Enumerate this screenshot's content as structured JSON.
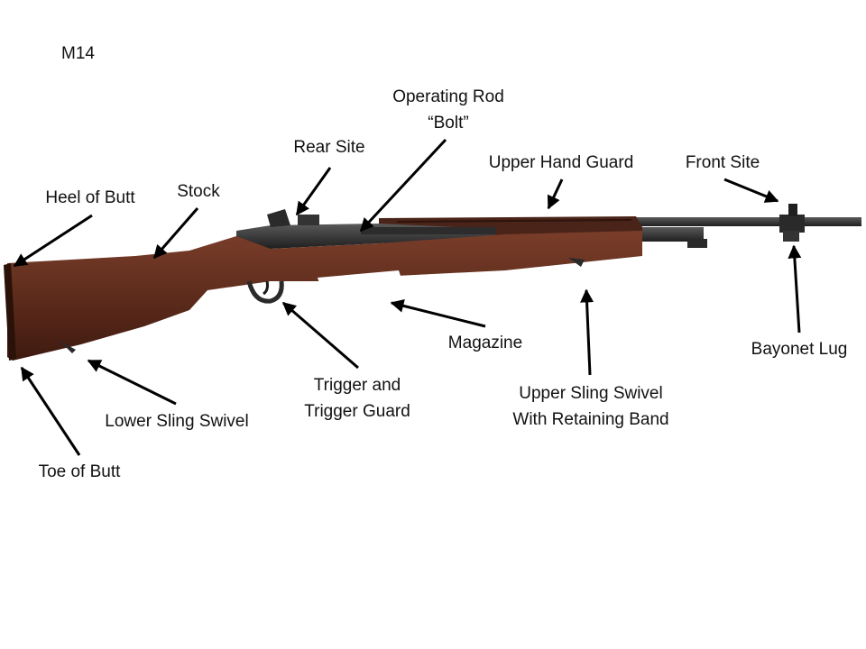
{
  "title": "M14",
  "labels": {
    "operating_rod": "Operating Rod\n“Bolt”",
    "rear_site": "Rear Site",
    "upper_hand_guard": "Upper Hand Guard",
    "front_site": "Front Site",
    "stock": "Stock",
    "heel_of_butt": "Heel of Butt",
    "magazine": "Magazine",
    "bayonet_lug": "Bayonet Lug",
    "trigger_guard": "Trigger and\nTrigger Guard",
    "upper_sling_swivel": "Upper Sling Swivel\nWith Retaining Band",
    "lower_sling_swivel": "Lower Sling Swivel",
    "toe_of_butt": "Toe of Butt"
  },
  "colors": {
    "wood": "#5e2c1c",
    "wood_light": "#7a3e2a",
    "wood_dark": "#3f1a10",
    "metal": "#3a3a3a",
    "metal_dark": "#1f1f1f",
    "arrow": "#000000"
  }
}
